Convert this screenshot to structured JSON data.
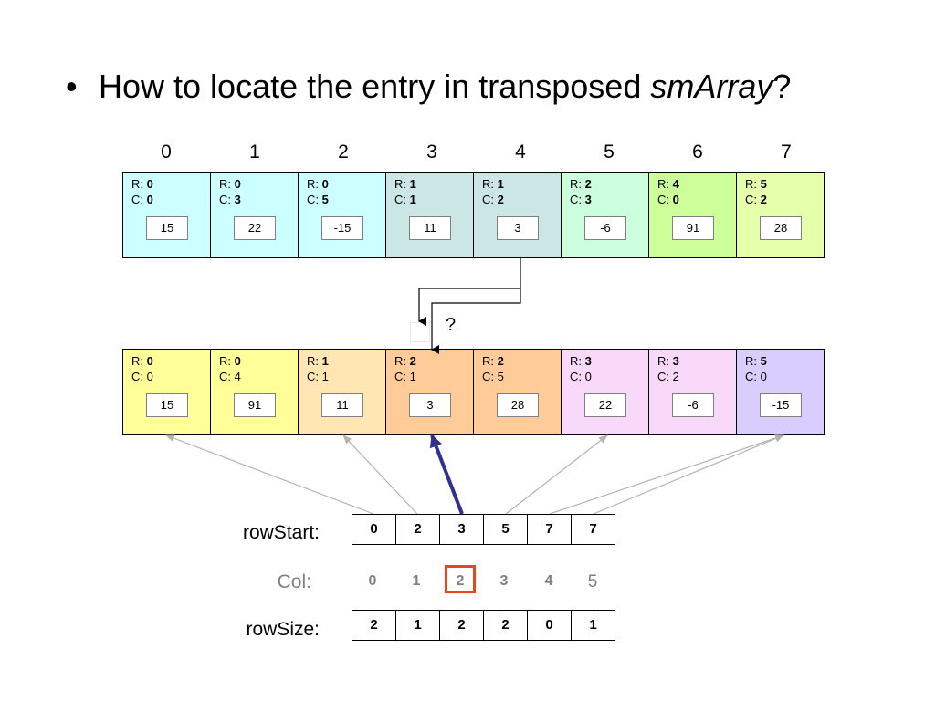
{
  "title": {
    "bullet": "•",
    "prefix": "How to locate the entry in transposed ",
    "italic": "smArray",
    "suffix": "?"
  },
  "indices": [
    "0",
    "1",
    "2",
    "3",
    "4",
    "5",
    "6",
    "7"
  ],
  "r_prefix": "R: ",
  "c_prefix": "C: ",
  "top_array": [
    {
      "r": "0",
      "c": "0",
      "value": "15",
      "color": "#ccffff"
    },
    {
      "r": "0",
      "c": "3",
      "value": "22",
      "color": "#ccffff"
    },
    {
      "r": "0",
      "c": "5",
      "value": "-15",
      "color": "#ccffff"
    },
    {
      "r": "1",
      "c": "1",
      "value": "11",
      "color": "#cce6e6"
    },
    {
      "r": "1",
      "c": "2",
      "value": "3",
      "color": "#cce6e6"
    },
    {
      "r": "2",
      "c": "3",
      "value": "-6",
      "color": "#ccffdd"
    },
    {
      "r": "4",
      "c": "0",
      "value": "91",
      "color": "#ccff99"
    },
    {
      "r": "5",
      "c": "2",
      "value": "28",
      "color": "#e6ffaa"
    }
  ],
  "bottom_array": [
    {
      "r": "0",
      "c": "0",
      "value": "15",
      "color": "#ffff99"
    },
    {
      "r": "0",
      "c": "4",
      "value": "91",
      "color": "#ffff99"
    },
    {
      "r": "1",
      "c": "1",
      "value": "11",
      "color": "#ffe6b3"
    },
    {
      "r": "2",
      "c": "1",
      "value": "3",
      "color": "#ffcc99"
    },
    {
      "r": "2",
      "c": "5",
      "value": "28",
      "color": "#ffcc99"
    },
    {
      "r": "3",
      "c": "0",
      "value": "22",
      "color": "#f9d9f9"
    },
    {
      "r": "3",
      "c": "2",
      "value": "-6",
      "color": "#f9d9f9"
    },
    {
      "r": "5",
      "c": "0",
      "value": "-15",
      "color": "#d9ccff"
    }
  ],
  "question_mark": "?",
  "row_start": {
    "label": "rowStart:",
    "values": [
      "0",
      "2",
      "3",
      "5",
      "7",
      "7"
    ]
  },
  "col": {
    "label": "Col:",
    "values": [
      "0",
      "1",
      "2",
      "3",
      "4",
      "5"
    ],
    "highlighted_index": 2
  },
  "row_size": {
    "label": "rowSize:",
    "values": [
      "2",
      "1",
      "2",
      "2",
      "0",
      "1"
    ]
  },
  "colors": {
    "highlight_border": "#e8471b",
    "arrow_primary": "#2e3192",
    "arrow_secondary": "#b3b3b3"
  }
}
